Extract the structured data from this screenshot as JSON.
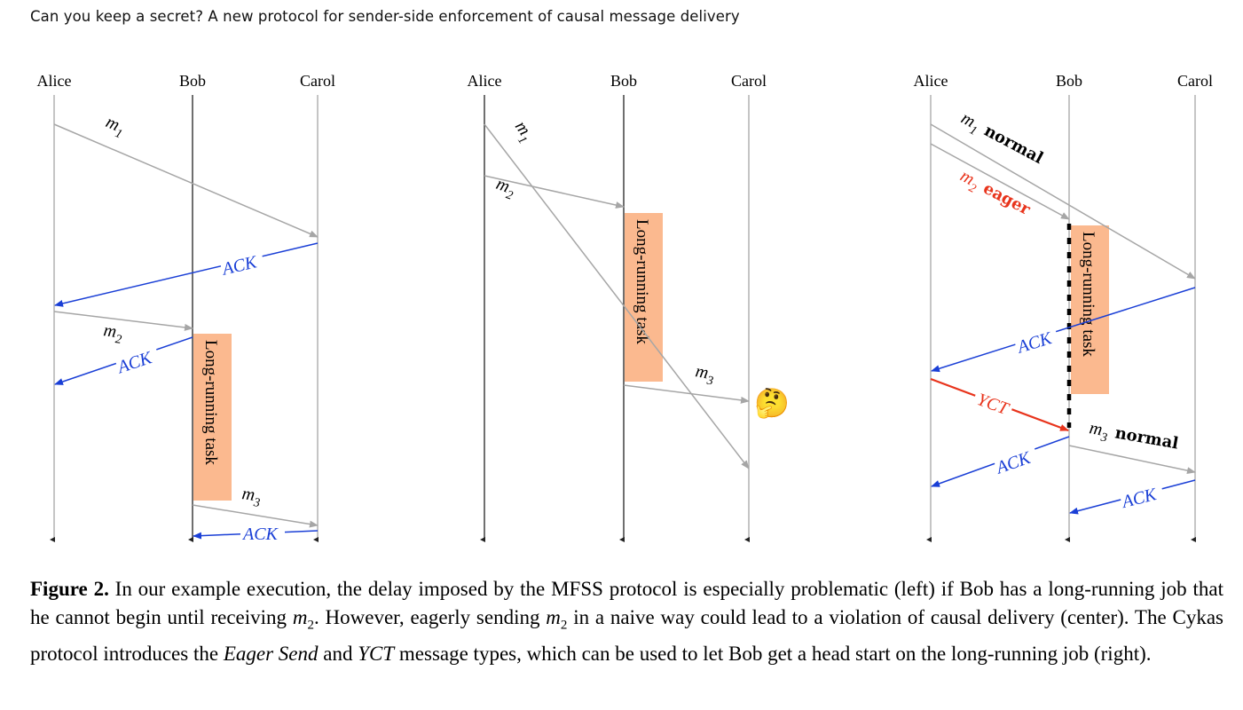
{
  "header": {
    "running_title": "Can you keep a secret? A new protocol for sender-side enforcement of causal message delivery"
  },
  "actors": {
    "alice": "Alice",
    "bob": "Bob",
    "carol": "Carol"
  },
  "labels": {
    "m": "m",
    "sub1": "1",
    "sub2": "2",
    "sub3": "3",
    "ack": "ACK",
    "yct": "YCT",
    "normal": "normal",
    "eager": "eager",
    "task": "Long-running task",
    "thinking": "🤔"
  },
  "caption": {
    "figure_label": "Figure 2.",
    "part1": " In our example execution, the delay imposed by the MFSS protocol is especially problematic (left) if Bob has a long-running job that he cannot begin until receiving ",
    "m2a": "m",
    "sub2a": "2",
    "part2": ". However, eagerly sending ",
    "m2b": "m",
    "sub2b": "2",
    "part3": " in a naive way could lead to a violation of causal delivery (center). The Cykas protocol introduces the ",
    "eager_send": "Eager Send",
    "part4": " and ",
    "yct": "YCT",
    "part5": " message types, which can be used to let Bob get a head start on the long-running job (right)."
  },
  "colors": {
    "gray": "#a6a6a6",
    "blue": "#1a3fd6",
    "red": "#e8341c",
    "task_fill": "#fbb98f"
  }
}
